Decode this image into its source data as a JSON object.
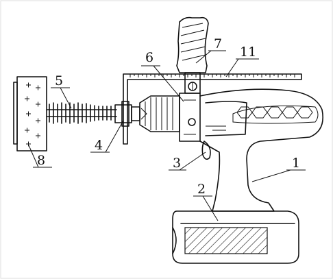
{
  "figure": {
    "description_type": "patent-style line drawing of a handheld power drill with attachments",
    "callouts": [
      {
        "id": "part-1",
        "label": "1"
      },
      {
        "id": "part-2",
        "label": "2"
      },
      {
        "id": "part-3",
        "label": "3"
      },
      {
        "id": "part-4",
        "label": "4"
      },
      {
        "id": "part-5",
        "label": "5"
      },
      {
        "id": "part-6",
        "label": "6"
      },
      {
        "id": "part-7",
        "label": "7"
      },
      {
        "id": "part-8",
        "label": "8"
      },
      {
        "id": "part-11",
        "label": "11"
      }
    ]
  }
}
